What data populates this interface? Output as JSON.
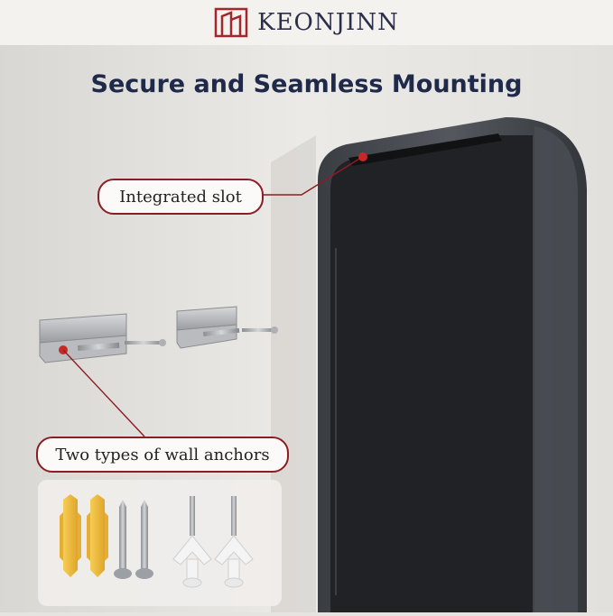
{
  "header": {
    "brand": "KEONJINN",
    "logo_icon": "keonjinn-logo-icon",
    "logo_color": "#a3272c"
  },
  "title": "Secure and Seamless Mounting",
  "callouts": {
    "slot": "Integrated slot",
    "anchors": "Two types of wall anchors"
  },
  "colors": {
    "accent": "#8b1e24",
    "title": "#1f2a4a",
    "mirror_frame": "#2a2d31",
    "anchor_yellow": "#f0b93a",
    "anchor_white": "#f2f2f2"
  }
}
